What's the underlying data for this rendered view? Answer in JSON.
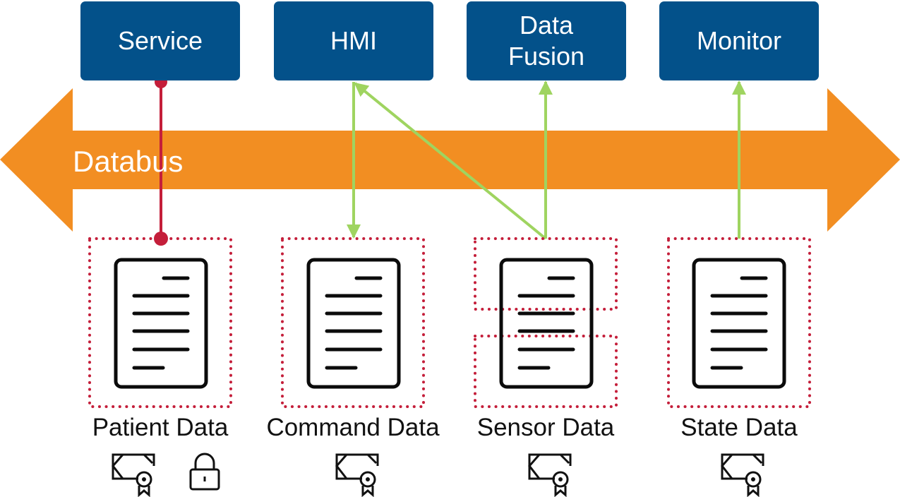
{
  "bus": {
    "label": "Databus",
    "color": "#f28e22"
  },
  "applications": [
    {
      "label": "Service"
    },
    {
      "label": "HMI"
    },
    {
      "label": "Data\nFusion"
    },
    {
      "label": "Monitor"
    }
  ],
  "data_topics": [
    {
      "label": "Patient Data",
      "icons": [
        "certificate-icon",
        "lock-icon"
      ]
    },
    {
      "label": "Command Data",
      "icons": [
        "certificate-icon"
      ]
    },
    {
      "label": "Sensor Data",
      "icons": [
        "certificate-icon"
      ]
    },
    {
      "label": "State Data",
      "icons": [
        "certificate-icon"
      ]
    }
  ],
  "connections": [
    {
      "from": "Service",
      "to": "Patient Data",
      "type": "red-link"
    },
    {
      "from": "HMI",
      "to": "Command Data",
      "type": "green-arrow"
    },
    {
      "from": "Sensor Data",
      "to": "HMI",
      "type": "green-arrow"
    },
    {
      "from": "Sensor Data",
      "to": "Data Fusion",
      "type": "green-arrow"
    },
    {
      "from": "State Data",
      "to": "Monitor",
      "type": "green-arrow"
    }
  ],
  "colors": {
    "app_box": "#03518a",
    "link_red": "#c41e3a",
    "arrow_green": "#9fd460",
    "bus_orange": "#f28e22"
  }
}
